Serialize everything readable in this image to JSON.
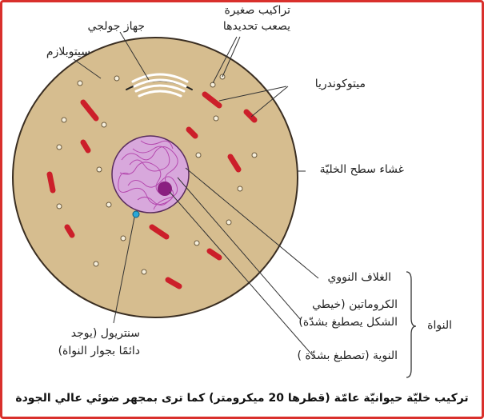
{
  "labels": {
    "small_structures_line1": "تراكيب صغيرة",
    "small_structures_line2": "يصعب تحديدها",
    "golgi": "جهاز جولجي",
    "cytoplasm": "سيتوبلازم",
    "mitochondria": "ميتوكوندريا",
    "cell_membrane": "غشاء سطح الخليّة",
    "nuclear_envelope": "الغلاف النووي",
    "chromatin_line1": "الكروماتين (خيطي",
    "chromatin_line2": "الشكل يصطبغ بشدّة)",
    "nucleolus": "النوية (تصطبغ بشدّة )",
    "nucleus": "النواة",
    "centriole_line1": "سنتريول (يوجد",
    "centriole_line2": "دائمًا بجوار النواة)"
  },
  "caption": "تركيب خليّة حيوانيّة عامّة (قطرها 20 ميكرومتر) كما ترى بمجهر ضوئي عالي الجودة",
  "colors": {
    "frame": "#d9302c",
    "cytoplasm": "#d6bd8f",
    "mitochondria": "#cc1f2a",
    "nucleus": "#d8a8dc",
    "nucleolus": "#8a1f80",
    "centriole": "#2aa8d8"
  }
}
